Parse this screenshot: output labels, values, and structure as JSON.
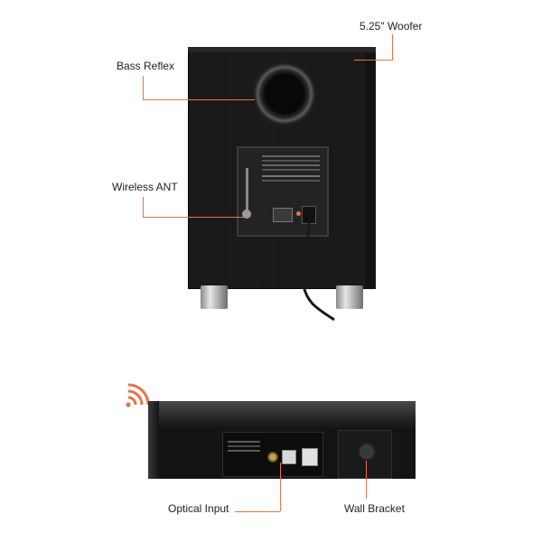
{
  "labels": {
    "woofer": "5.25\" Woofer",
    "bass_reflex": "Bass Reflex",
    "wireless_ant": "Wireless ANT",
    "optical_input": "Optical Input",
    "wall_bracket": "Wall Bracket"
  },
  "colors": {
    "callout_line": "#e8734a",
    "background": "#ffffff",
    "body": "#1b1b1b"
  },
  "icons": {
    "wireless": "wireless-signal-icon"
  }
}
